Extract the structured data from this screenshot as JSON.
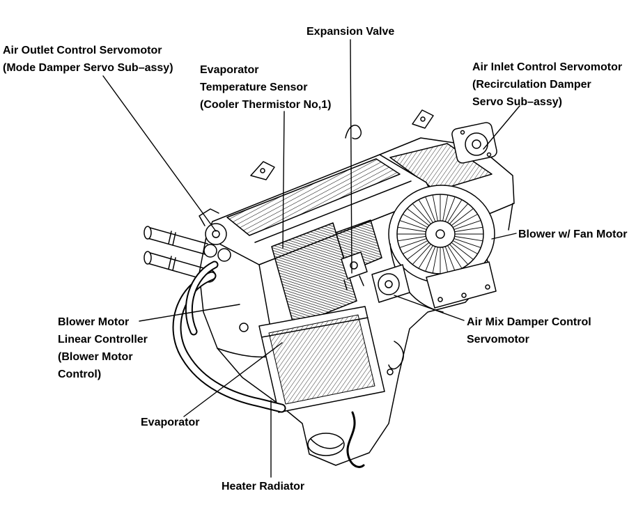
{
  "diagram": {
    "colors": {
      "ink": "#000000",
      "background": "#ffffff"
    },
    "labels": {
      "expansion_valve": "Expansion Valve",
      "air_outlet_servo": "Air Outlet Control Servomotor\n(Mode Damper Servo Sub–assy)",
      "evaporator_temp_sensor": "Evaporator\nTemperature Sensor\n(Cooler Thermistor No,1)",
      "air_inlet_servo": "Air Inlet Control Servomotor\n(Recirculation Damper\nServo Sub–assy)",
      "blower_fan_motor": "Blower w/ Fan Motor",
      "air_mix_servo": "Air Mix Damper Control\nServomotor",
      "blower_motor_controller": "Blower Motor\nLinear Controller\n(Blower Motor\nControl)",
      "evaporator": "Evaporator",
      "heater_radiator": "Heater Radiator"
    }
  }
}
